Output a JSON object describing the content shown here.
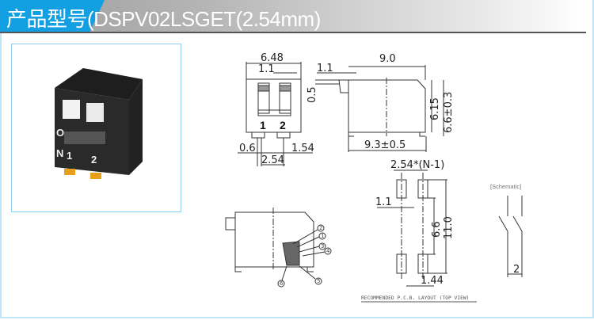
{
  "header": {
    "title": "产品型号(DSPV02LSGET(2.54mm)"
  },
  "photo": {
    "on_label_o": "O",
    "on_label_n": "N",
    "switch_1": "1",
    "switch_2": "2"
  },
  "front_view": {
    "width": "6.48",
    "slider_width": "1.1",
    "switch_1": "1",
    "switch_2": "2",
    "pin_width": "0.6",
    "pin_span": "1.54",
    "pitch": "2.54"
  },
  "side_view": {
    "length": "9.0",
    "tab": "1.1",
    "tab_height": "0.5",
    "body_height": "6.15",
    "total_height": "6.6±0.3",
    "total_length": "9.3±0.5"
  },
  "pcb_layout": {
    "pitch": "2.54*(N-1)",
    "pad_width": "1.1",
    "inner": "6.6",
    "outer": "11.0",
    "offset": "1.44",
    "caption": "RECOMMENDED P.C.B. LAYOUT (TOP VIEW)"
  },
  "schematic": {
    "title": "[Schematic]",
    "pitch": "2"
  },
  "cross_section": {
    "callouts": [
      "2",
      "1",
      "3",
      "4",
      "5",
      "6"
    ]
  }
}
